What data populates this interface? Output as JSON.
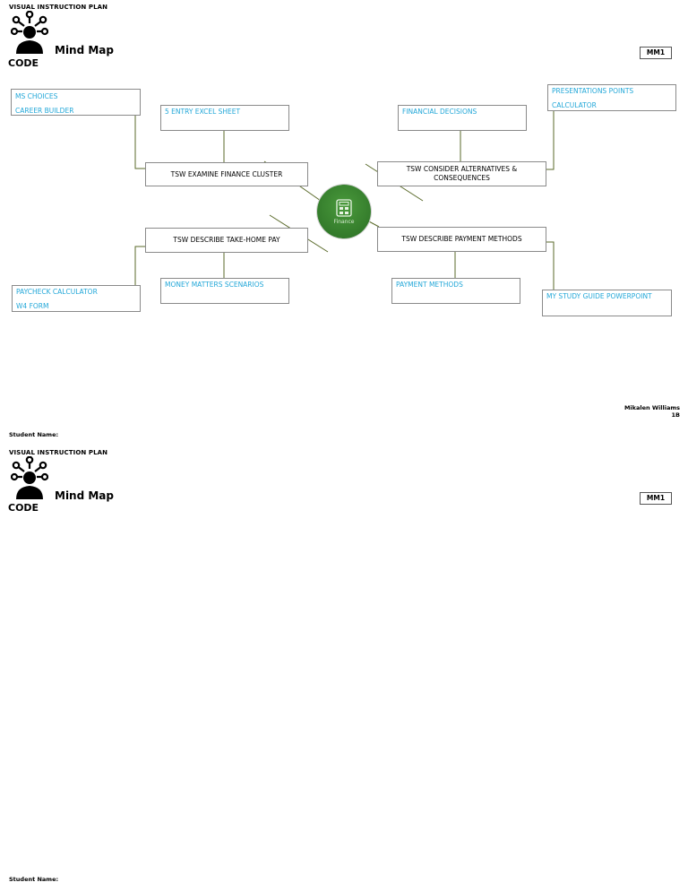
{
  "header": {
    "plan_title": "VISUAL INSTRUCTION PLAN",
    "mind_map_title": "Mind Map",
    "code_label": "CODE",
    "tag": "MM1"
  },
  "center": {
    "label": "Finance"
  },
  "mains": {
    "examine": "TSW EXAMINE FINANCE CLUSTER",
    "alternatives": "TSW CONSIDER ALTERNATIVES & CONSEQUENCES",
    "takehome": "TSW DESCRIBE TAKE-HOME PAY",
    "payment": "TSW DESCRIBE PAYMENT METHODS"
  },
  "resources": {
    "ms_choices": "MS CHOICES",
    "career_builder": "CAREER BUILDER",
    "excel_sheet": "5 ENTRY EXCEL SHEET",
    "financial_decisions": "FINANCIAL DECISIONS",
    "presentations_points": "PRESENTATIONS POINTS",
    "calculator": "CALCULATOR",
    "paycheck_calculator": "PAYCHECK CALCULATOR",
    "w4_form": "W4 FORM",
    "money_matters": "MONEY MATTERS SCENARIOS",
    "payment_methods": "PAYMENT METHODS",
    "study_guide": "MY STUDY GUIDE POWERPOINT"
  },
  "footer": {
    "author": "Mikalen Williams",
    "number": "1B",
    "student_name_label": "Student Name:"
  },
  "icons": {
    "header_icon": "person-network-icon",
    "center_icon": "calculator-icon"
  },
  "colors": {
    "link": "#22a7d8",
    "connector": "#5a6a2a",
    "center": "#2f7d32"
  }
}
